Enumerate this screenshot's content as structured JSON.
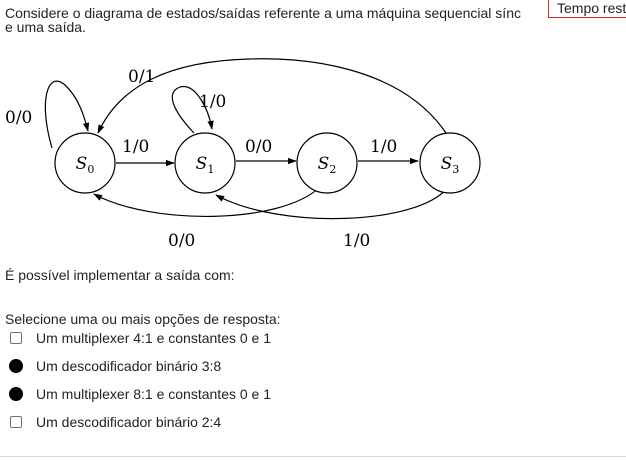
{
  "question": {
    "text_line1": "Considere o diagrama de estados/saídas referente a uma máquina sequencial sínc",
    "text_line2": "e uma saída.",
    "prompt": "É possível implementar a saída com:"
  },
  "timer": {
    "label": "Tempo rest"
  },
  "diagram": {
    "states": [
      {
        "main": "S",
        "sub": "0"
      },
      {
        "main": "S",
        "sub": "1"
      },
      {
        "main": "S",
        "sub": "2"
      },
      {
        "main": "S",
        "sub": "3"
      }
    ],
    "transitions": {
      "s0_self": "0/0",
      "s0_to_s1": "1/0",
      "s1_self": "1/0",
      "s1_to_s2": "0/0",
      "s2_to_s3": "1/0",
      "s3_to_s0": "0/1",
      "s2_to_s0": "0/0",
      "s3_to_s1": "1/0"
    }
  },
  "answers": {
    "instruction": "Selecione uma ou mais opções de resposta:",
    "options": [
      {
        "label": "Um multiplexer 4:1 e constantes 0 e 1",
        "checked": false
      },
      {
        "label": "Um descodificador binário 3:8",
        "checked": true
      },
      {
        "label": "Um multiplexer 8:1 e constantes 0 e 1",
        "checked": true
      },
      {
        "label": "Um descodificador binário 2:4",
        "checked": false
      }
    ]
  }
}
